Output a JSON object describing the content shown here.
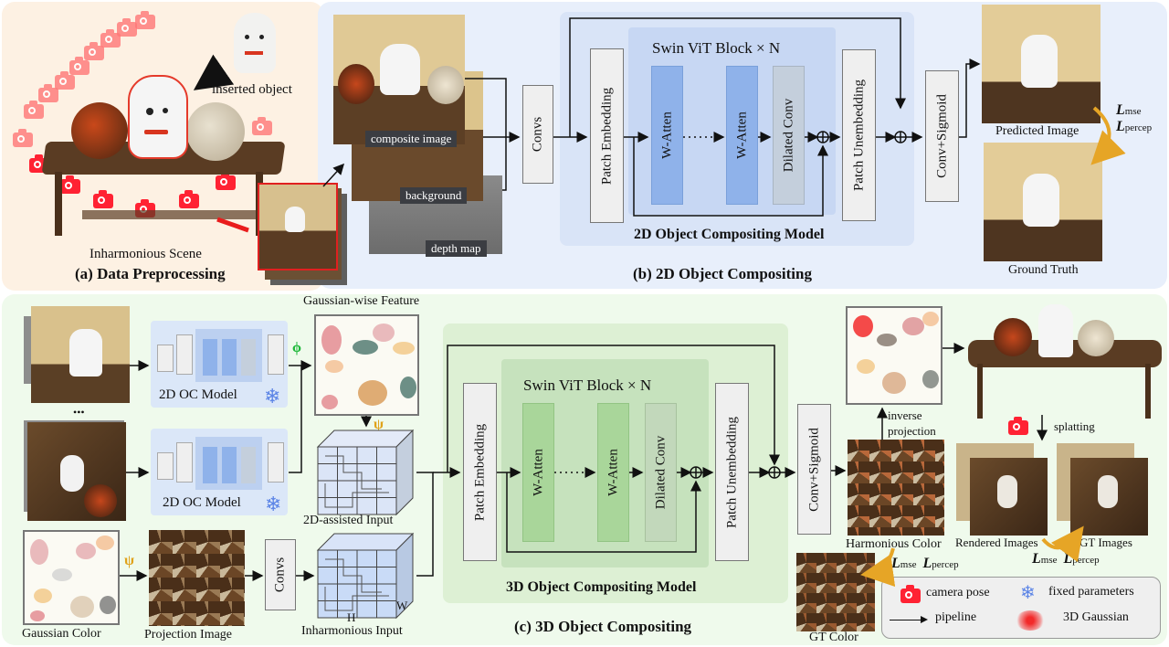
{
  "panels": {
    "a": {
      "title": "(a) Data Preprocessing",
      "scene_label": "Inharmonious Scene",
      "inserted_label": "inserted object",
      "bg_color": "#fdf1e3"
    },
    "b": {
      "title": "(b) 2D Object Compositing",
      "model_title": "2D Object Compositing Model",
      "inputs": [
        "composite image",
        "background",
        "depth map"
      ],
      "convs_label": "Convs",
      "patch_embedding": "Patch Embedding",
      "swin_title": "Swin ViT Block × N",
      "watten_1": "W-Atten",
      "watten_2": "W-Atten",
      "dilated": "Dilated Conv",
      "patch_unembedding": "Patch Unembedding",
      "conv_sigmoid": "Conv+Sigmoid",
      "predicted_label": "Predicted Image",
      "gt_label": "Ground Truth",
      "loss_1": "L",
      "loss_1_sub": "mse",
      "loss_2": "L",
      "loss_2_sub": "percep",
      "bg_color": "#e8effb"
    },
    "c": {
      "title": "(c) 3D Object Compositing",
      "model_title": "3D Object Compositing Model",
      "oc_model_1": "2D OC Model",
      "oc_model_2": "2D OC Model",
      "ellipsis": "•••",
      "phi": "ϕ",
      "psi_1": "ψ",
      "psi_2": "ψ",
      "gaussian_feature": "Gaussian-wise Feature",
      "assisted_input": "2D-assisted Input",
      "inharmonious_input": "Inharmonious Input",
      "axis_h": "H",
      "axis_w": "W",
      "gaussian_color": "Gaussian Color",
      "projection_image": "Projection Image",
      "convs_label": "Convs",
      "patch_embedding": "Patch Embedding",
      "swin_title": "Swin ViT Block × N",
      "watten_1": "W-Atten",
      "watten_2": "W-Atten",
      "dilated": "Dilated Conv",
      "patch_unembedding": "Patch Unembedding",
      "conv_sigmoid": "Conv+Sigmoid",
      "harmonious_color": "Harmonious Color",
      "gt_color": "GT Color",
      "inverse_projection": "inverse projection",
      "splatting": "splatting",
      "rendered_images": "Rendered Images",
      "gt_images": "GT Images",
      "loss_mse": "mse",
      "loss_percep": "percep",
      "loss_L": "L",
      "bg_color": "#effaec"
    }
  },
  "legend": {
    "camera_pose": "camera pose",
    "fixed_parameters": "fixed parameters",
    "pipeline": "pipeline",
    "gaussian_3d": "3D Gaussian"
  },
  "colors": {
    "camera": "#f22a2a",
    "snowflake": "#5b84e6",
    "phi": "#1eb83a",
    "psi": "#e0a21a",
    "loss_arrow": "#e6a526"
  }
}
